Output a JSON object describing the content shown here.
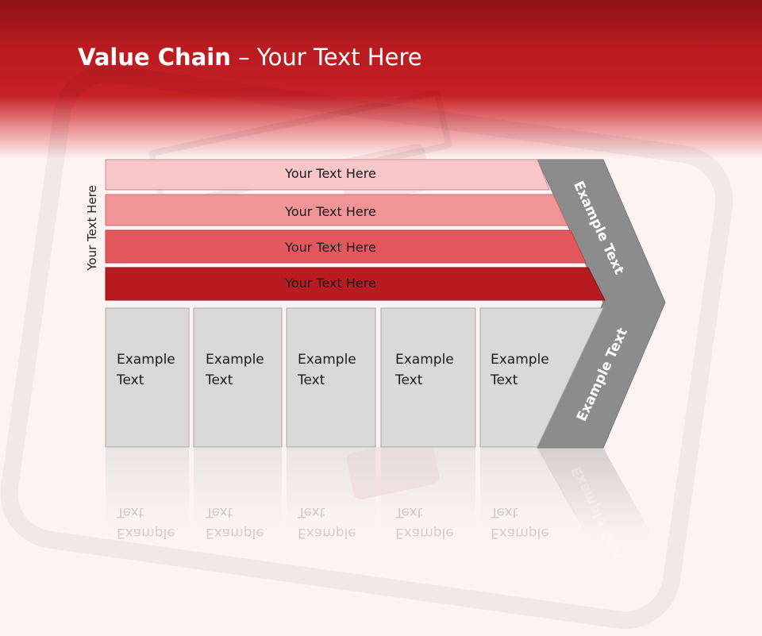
{
  "title": {
    "bold": "Value Chain",
    "rest": " – Your Text Here"
  },
  "side_label": "Your Text Here",
  "bars": [
    {
      "label": "Your Text Here",
      "color": "#f7c6c8"
    },
    {
      "label": "Your Text Here",
      "color": "#ef9497"
    },
    {
      "label": "Your Text Here",
      "color": "#e4585d"
    },
    {
      "label": "Your Text Here",
      "color": "#b81b20"
    }
  ],
  "columns": [
    {
      "line1": "Example",
      "line2": "Text"
    },
    {
      "line1": "Example",
      "line2": "Text"
    },
    {
      "line1": "Example",
      "line2": "Text"
    },
    {
      "line1": "Example",
      "line2": "Text"
    },
    {
      "line1": "Example",
      "line2": "Text"
    }
  ],
  "arrow": {
    "top_label": "Example Text",
    "bottom_label": "Example Text",
    "color": "#8c8c8c"
  },
  "colors": {
    "header": "#c0191e",
    "box_fill": "#d9d9d9",
    "box_stroke": "#a6a6a6"
  }
}
